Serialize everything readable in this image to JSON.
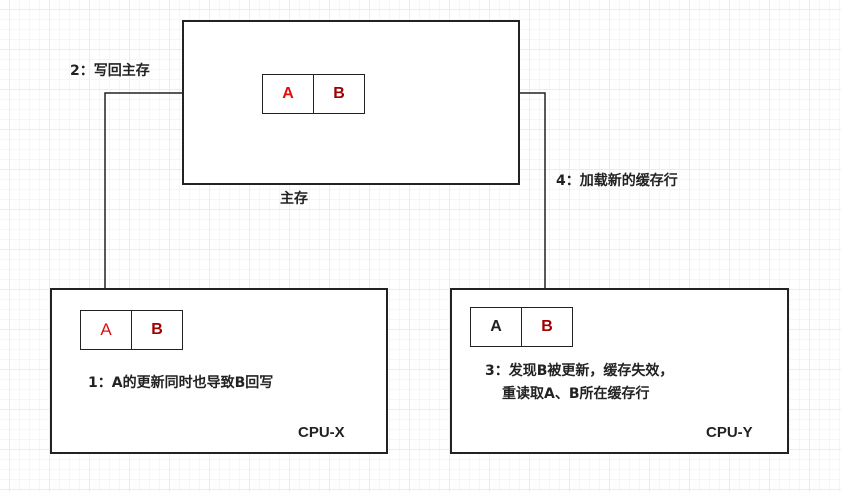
{
  "main_memory": {
    "label": "主存",
    "cells": [
      "A",
      "B"
    ]
  },
  "cpu_x": {
    "label": "CPU-X",
    "cells": [
      "A",
      "B"
    ],
    "note": "1：A的更新同时也导致B回写"
  },
  "cpu_y": {
    "label": "CPU-Y",
    "cells": [
      "A",
      "B"
    ],
    "note_line1": "3：发现B被更新，缓存失效，",
    "note_line2": "重读取A、B所在缓存行"
  },
  "arrows": {
    "write_back_label": "2：写回主存",
    "load_label": "4：加载新的缓存行"
  },
  "colors": {
    "line": "#222222",
    "cell_a_highlight": "#e01010",
    "cell_b": "#a00000",
    "grid": "#ececec"
  }
}
